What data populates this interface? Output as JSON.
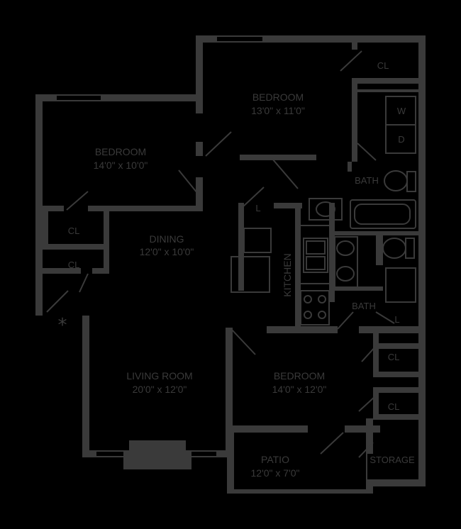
{
  "rooms": {
    "bedroom_top": {
      "name": "BEDROOM",
      "size": "13'0\" x 11'0\""
    },
    "bedroom_left": {
      "name": "BEDROOM",
      "size": "14'0\" x 10'0\""
    },
    "dining": {
      "name": "DINING",
      "size": "12'0\" x 10'0\""
    },
    "living": {
      "name": "LIVING ROOM",
      "size": "20'0\" x 12'0\""
    },
    "bedroom_bottom": {
      "name": "BEDROOM",
      "size": "14'0\" x 12'0\""
    },
    "patio": {
      "name": "PATIO",
      "size": "12'0\" x 7'0\""
    },
    "kitchen": {
      "name": "KITCHEN"
    },
    "bath_top": {
      "name": "BATH"
    },
    "bath_mid": {
      "name": "BATH"
    },
    "storage": {
      "name": "STORAGE"
    }
  },
  "closets": {
    "cl_top": "CL",
    "cl_left_1": "CL",
    "cl_left_2": "CL",
    "cl_right_1": "CL",
    "cl_right_2": "CL"
  },
  "linens": {
    "l_kitchen": "L",
    "l_bath": "L"
  },
  "appliances": {
    "washer": "W",
    "dryer": "D"
  },
  "marker": "*"
}
